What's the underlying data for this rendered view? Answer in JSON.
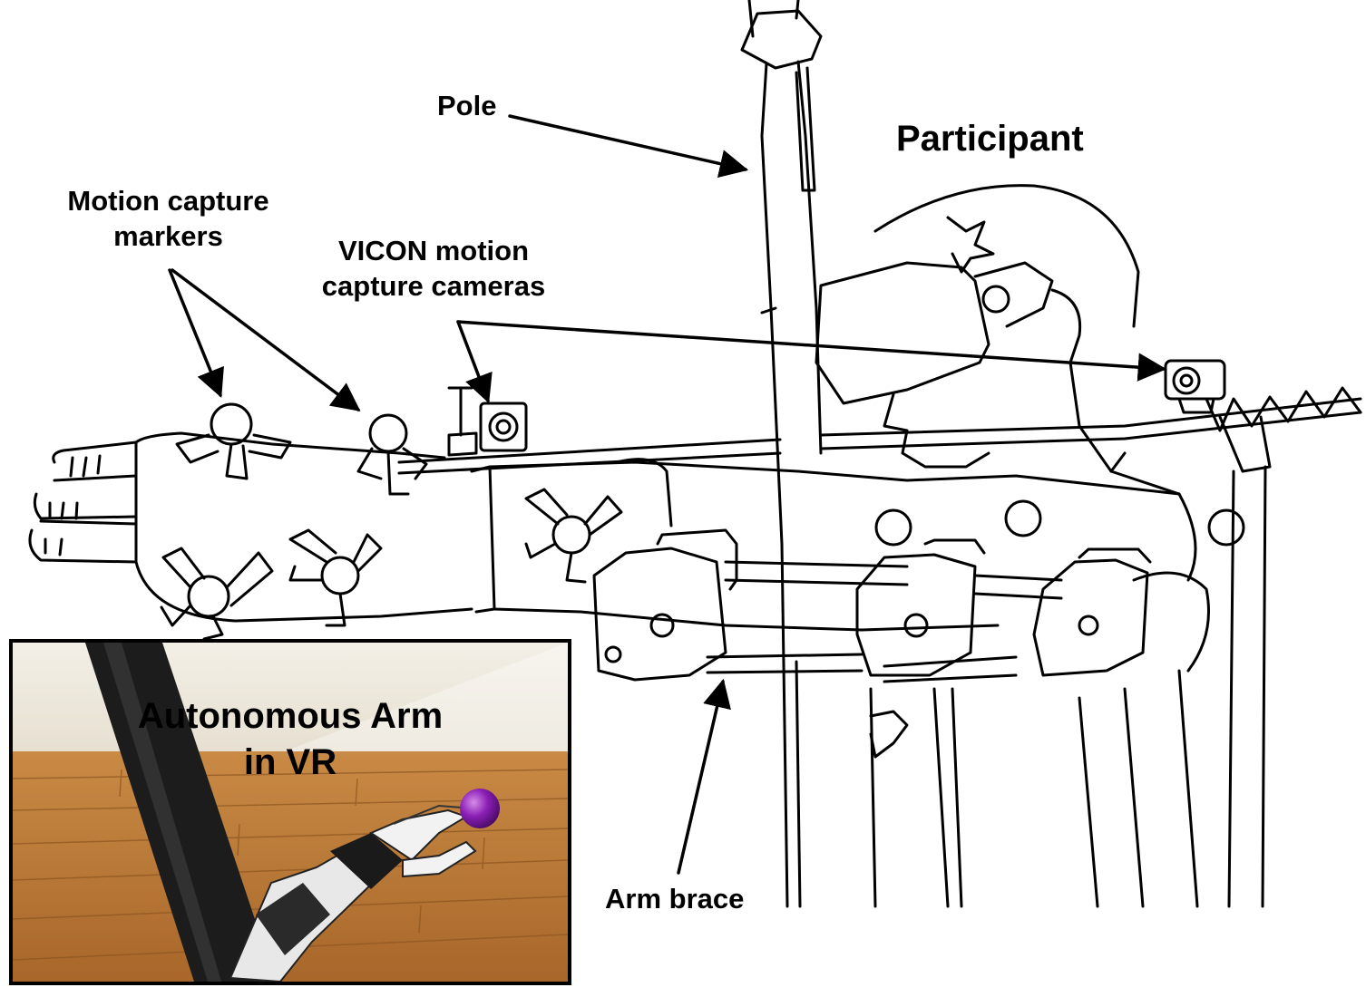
{
  "labels": {
    "pole": "Pole",
    "participant": "Participant",
    "markers_line1": "Motion capture",
    "markers_line2": "markers",
    "cameras_line1": "VICON motion",
    "cameras_line2": "capture cameras",
    "arm_brace": "Arm brace"
  },
  "inset": {
    "title_line1": "Autonomous Arm",
    "title_line2": "in VR",
    "ball_color": "#8a1fb5",
    "floor_color": "#b8762f"
  }
}
